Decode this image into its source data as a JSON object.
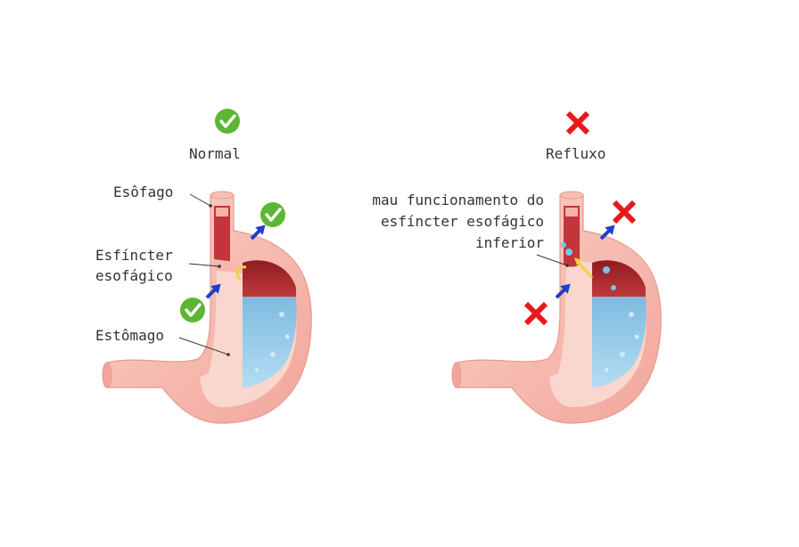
{
  "panels": {
    "normal": {
      "title": "Normal",
      "status_icon": "check-icon",
      "status_color": "#5cb634",
      "labels": {
        "esophagus": "Esôfago",
        "sphincter_line1": "Esfíncter",
        "sphincter_line2": "esofágico",
        "stomach": "Estômago"
      }
    },
    "reflux": {
      "title": "Refluxo",
      "status_icon": "cross-icon",
      "status_color": "#e8191c",
      "labels": {
        "malfunction_line1": "mau funcionamento do",
        "malfunction_line2": "esfíncter esofágico",
        "malfunction_line3": "inferior"
      }
    }
  },
  "colors": {
    "stomach_wall": "#f6b8ae",
    "stomach_inner": "#f9d2ca",
    "acid": "#8fc7e6",
    "cavity_top": "#a3262b",
    "arrow": "#1f3fc8",
    "backflow_arrow": "#f5d240"
  }
}
